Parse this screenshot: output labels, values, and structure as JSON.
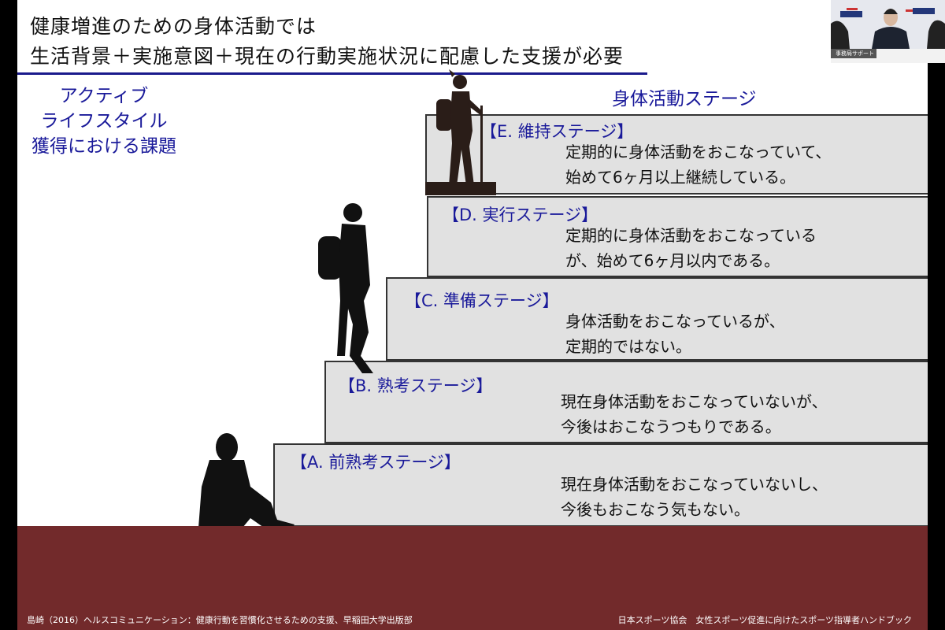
{
  "title_lines": [
    "健康増進のための身体活動では",
    "生活背景＋実施意図＋現在の行動実施状況に配慮した支援が必要"
  ],
  "left_heading": [
    "アクティブ",
    "ライフスタイル",
    "獲得における課題"
  ],
  "stage_heading": "身体活動ステージ",
  "stages": [
    {
      "label": "【E.  維持ステージ】",
      "desc": [
        "定期的に身体活動をおこなっていて、",
        "始めて6ヶ月以上継続している。"
      ]
    },
    {
      "label": "【D.  実行ステージ】",
      "desc": [
        "定期的に身体活動をおこなっている",
        "が、始めて6ヶ月以内である。"
      ]
    },
    {
      "label": "【C.  準備ステージ】",
      "desc": [
        "身体活動をおこなっているが、",
        "定期的ではない。"
      ]
    },
    {
      "label": "【B.  熟考ステージ】",
      "desc": [
        "現在身体活動をおこなっていないが、",
        "今後はおこなうつもりである。"
      ]
    },
    {
      "label": "【A.  前熟考ステージ】",
      "desc": [
        "現在身体活動をおこなっていないし、",
        "今後もおこなう気もない。"
      ]
    }
  ],
  "footer_left": "島崎（2016）ヘルスコミュニケーション：健康行動を習慣化させるための支援、早稲田大学出版部",
  "footer_right": "日本スポーツ協会　女性スポーツ促進に向けたスポーツ指導者ハンドブック",
  "video_caption": "事務局サポート",
  "colors": {
    "accent": "#1a1a9a",
    "floor": "#722a2b",
    "step": "#e1e1e1"
  }
}
